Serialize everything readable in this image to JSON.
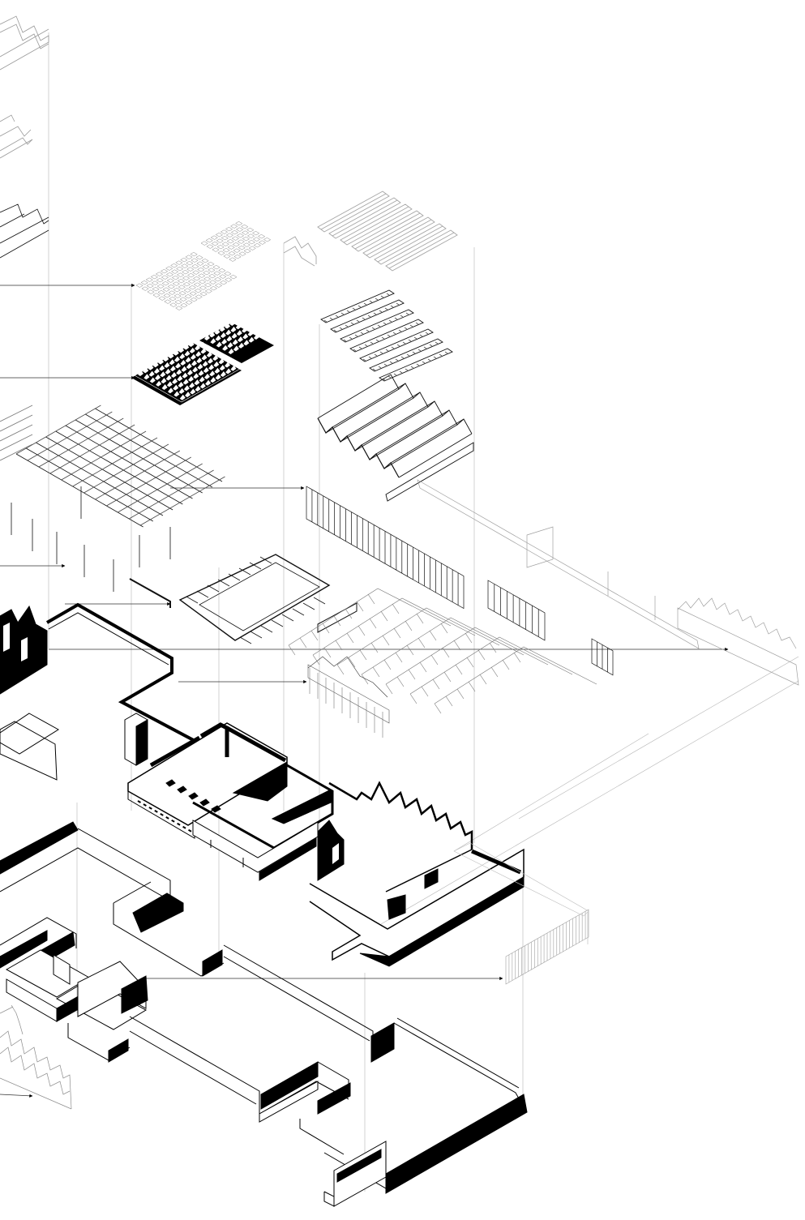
{
  "drawing": {
    "title": "",
    "type": "exploded axonometric architectural diagram",
    "labels": []
  },
  "layers": [
    {
      "name": "roof-grid-panels"
    },
    {
      "name": "sawtooth-roof-cassettes"
    },
    {
      "name": "timber-roof-frame"
    },
    {
      "name": "zigzag-skylight-roofs"
    },
    {
      "name": "facade-screens"
    },
    {
      "name": "truss-greenhouse"
    },
    {
      "name": "upper-walls-volume"
    },
    {
      "name": "ground-plinth-walls"
    }
  ],
  "colors": {
    "ink": "#000000",
    "line": "#111111",
    "faint": "#9a9a9a",
    "ghost": "#cfcfcf",
    "paper": "#ffffff"
  }
}
